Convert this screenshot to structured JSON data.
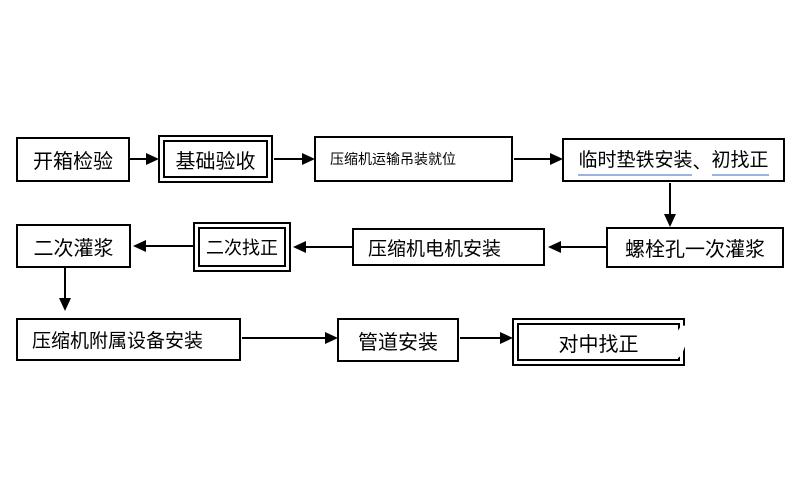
{
  "flow": {
    "background_color": "#ffffff",
    "box_border_color": "#000000",
    "arrow_color": "#000000",
    "underline_color": "#9db1e3",
    "nodes": [
      {
        "label": "开箱检验",
        "border": "single"
      },
      {
        "label": "基础验收",
        "border": "double"
      },
      {
        "label": "压缩机运输吊装就位",
        "border": "single"
      },
      {
        "border": "single",
        "parts": [
          {
            "text": "临时垫铁安装",
            "underlined": true
          },
          {
            "text": "、",
            "underlined": false
          },
          {
            "text": "初找正",
            "underlined": true
          }
        ]
      },
      {
        "label": "螺栓孔一次灌浆",
        "border": "single"
      },
      {
        "label": "压缩机电机安装",
        "border": "single"
      },
      {
        "label": "二次找正",
        "border": "double"
      },
      {
        "label": "二次灌浆",
        "border": "single"
      },
      {
        "label": "压缩机附属设备安装",
        "border": "single"
      },
      {
        "label": "管道安装",
        "border": "single"
      },
      {
        "label": "对中找正",
        "border": "double"
      }
    ],
    "connections": [
      {
        "from": "开箱检验",
        "to": "基础验收",
        "direction": "right"
      },
      {
        "from": "基础验收",
        "to": "压缩机运输吊装就位",
        "direction": "right"
      },
      {
        "from": "压缩机运输吊装就位",
        "to": "临时垫铁安装、初找正",
        "direction": "right"
      },
      {
        "from": "临时垫铁安装、初找正",
        "to": "螺栓孔一次灌浆",
        "direction": "down"
      },
      {
        "from": "螺栓孔一次灌浆",
        "to": "压缩机电机安装",
        "direction": "left"
      },
      {
        "from": "压缩机电机安装",
        "to": "二次找正",
        "direction": "left"
      },
      {
        "from": "二次找正",
        "to": "二次灌浆",
        "direction": "left"
      },
      {
        "from": "二次灌浆",
        "to": "压缩机附属设备安装",
        "direction": "down"
      },
      {
        "from": "压缩机附属设备安装",
        "to": "管道安装",
        "direction": "right"
      },
      {
        "from": "管道安装",
        "to": "对中找正",
        "direction": "right"
      }
    ]
  }
}
